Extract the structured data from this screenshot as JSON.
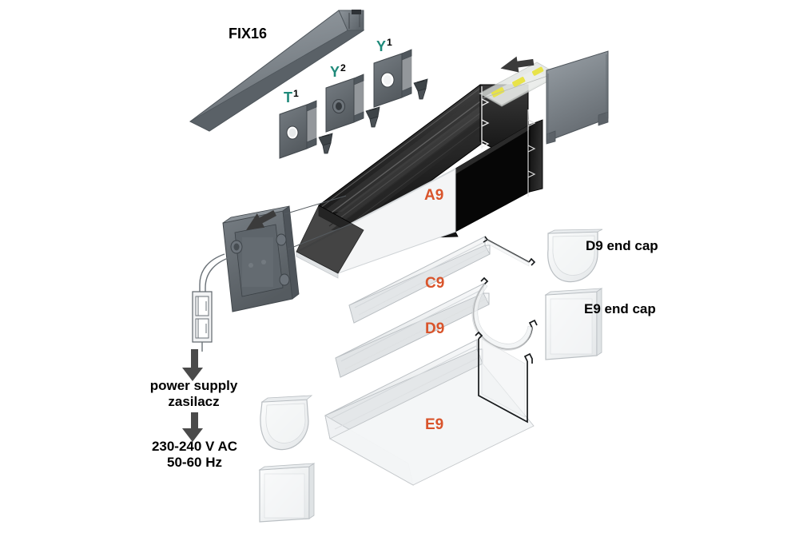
{
  "diagram": {
    "title": "LED aluminium profile exploded assembly diagram",
    "colors": {
      "label_orange": "#d9542b",
      "label_teal": "#1f8a7a",
      "label_black": "#000000",
      "profile_black": "#1c1c1c",
      "metal_gray": "#7d848a",
      "metal_gray_dark": "#5c6268",
      "cover_clear": "#f2f4f5",
      "led_yellow": "#e8e34a",
      "background": "#ffffff"
    }
  },
  "labels": {
    "fix16": "FIX16",
    "t1_letter": "T",
    "t1_sup": "1",
    "y2_letter": "Y",
    "y2_sup": "2",
    "y1_letter": "Y",
    "y1_sup": "1",
    "a9": "A9",
    "c9": "C9",
    "d9": "D9",
    "e9": "E9",
    "d9_end_cap": "D9 end cap",
    "e9_end_cap": "E9 end cap",
    "power_supply_en": "power supply",
    "power_supply_pl": "zasilacz",
    "mains_voltage": "230-240 V AC",
    "mains_frequency": "50-60 Hz"
  },
  "parts": [
    {
      "id": "FIX16",
      "kind": "mounting-rail",
      "label": "FIX16",
      "color": "#7d848a"
    },
    {
      "id": "T1",
      "kind": "mounting-bracket",
      "label": "T1",
      "color": "#6b7278"
    },
    {
      "id": "Y2",
      "kind": "mounting-bracket",
      "label": "Y2",
      "color": "#6b7278"
    },
    {
      "id": "Y1",
      "kind": "mounting-bracket",
      "label": "Y1",
      "color": "#6b7278"
    },
    {
      "id": "A9",
      "kind": "aluminium-profile",
      "label": "A9",
      "color": "#1c1c1c"
    },
    {
      "id": "C9",
      "kind": "cover-flat",
      "label": "C9",
      "color": "#f2f4f5"
    },
    {
      "id": "D9",
      "kind": "cover-round",
      "label": "D9",
      "color": "#f2f4f5"
    },
    {
      "id": "E9",
      "kind": "cover-deep",
      "label": "E9",
      "color": "#f2f4f5"
    },
    {
      "id": "D9-END-CAP",
      "kind": "end-cap-round",
      "label": "D9 end cap",
      "color": "#f2f4f5"
    },
    {
      "id": "E9-END-CAP",
      "kind": "end-cap-flat",
      "label": "E9 end cap",
      "color": "#f2f4f5"
    },
    {
      "id": "END-CAP-CABLE",
      "kind": "end-cap-with-gland",
      "label": "",
      "color": "#6b7278"
    },
    {
      "id": "END-CAP-PLAIN",
      "kind": "end-cap-plain",
      "label": "",
      "color": "#6b7278"
    }
  ],
  "flow": {
    "step_1": "power supply",
    "step_1_translation": "zasilacz",
    "step_2_line_1": "230-240 V AC",
    "step_2_line_2": "50-60 Hz"
  },
  "screws": {
    "count": 3,
    "kind": "mounting-screw"
  },
  "led_strip": {
    "kind": "led-strip",
    "led_color": "#e8e34a",
    "led_count": 3
  },
  "arrows": [
    {
      "name": "arrow-end-cap-right",
      "direction": "left"
    },
    {
      "name": "arrow-end-cap-left",
      "direction": "right"
    },
    {
      "name": "arrow-flow-1",
      "direction": "down"
    },
    {
      "name": "arrow-flow-2",
      "direction": "down"
    }
  ]
}
